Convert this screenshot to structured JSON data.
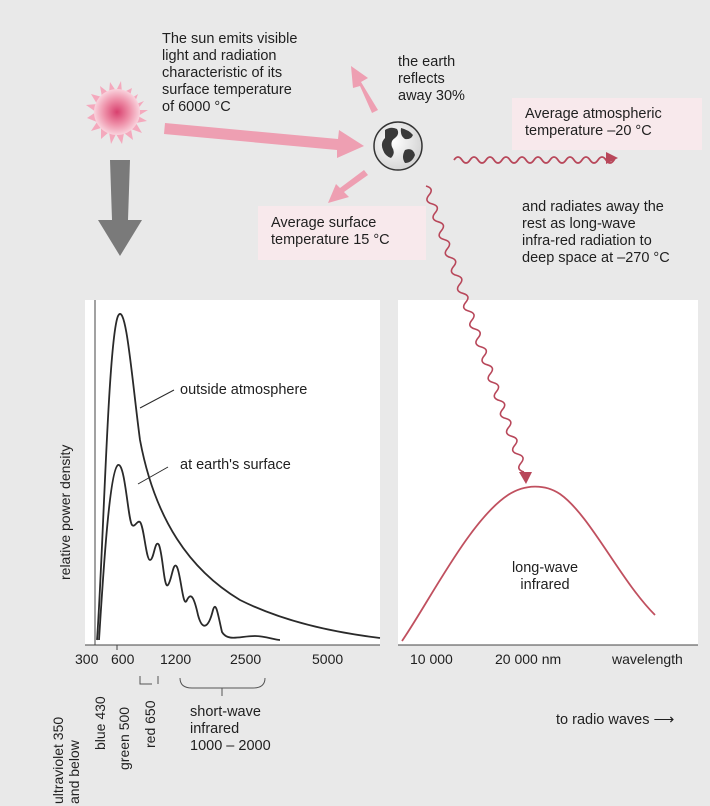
{
  "texts": {
    "sun": "The sun emits visible\nlight and radiation\ncharacteristic of its\nsurface temperature\nof 6000 °C",
    "reflects": "the earth\nreflects\naway 30%",
    "atmos": "Average atmospheric\ntemperature –20 °C",
    "surface": "Average surface\ntemperature 15 °C",
    "radiates": "and radiates away the\nrest as long-wave\ninfra-red radiation to\ndeep space at –270 °C",
    "outside": "outside atmosphere",
    "earth_surface": "at earth's surface",
    "ylabel": "relative power density",
    "longwave": "long-wave\ninfrared",
    "wavelength": "wavelength",
    "radio": "to radio waves ⟶",
    "uv": "ultraviolet 350\nand below",
    "blue": "blue 430",
    "green": "green 500",
    "red": "red 650",
    "swir": "short-wave\ninfrared\n1000 – 2000"
  },
  "left_ticks": [
    "300",
    "600",
    "1200",
    "2500",
    "5000"
  ],
  "right_ticks": [
    "10 000",
    "20 000 nm"
  ],
  "colors": {
    "sun_core": "#d8406e",
    "pink_arrow": "#ee9fb2",
    "wave": "#b8475a",
    "grey_arrow": "#7a7a7a",
    "curve": "#2a2a2a",
    "ir_curve": "#c0505f"
  },
  "chart_data": [
    {
      "type": "line",
      "xlabel": "",
      "ylabel": "relative power density",
      "x_ticks": [
        "300",
        "600",
        "1200",
        "2500",
        "5000"
      ],
      "series": [
        {
          "name": "outside atmosphere",
          "x": [
            300,
            400,
            500,
            600,
            800,
            1200,
            2500,
            5000
          ],
          "y": [
            0.1,
            0.75,
            1.0,
            0.8,
            0.55,
            0.3,
            0.1,
            0.02
          ]
        },
        {
          "name": "at earth's surface",
          "x": [
            300,
            400,
            500,
            600,
            800,
            1200,
            2500
          ],
          "y": [
            0.05,
            0.55,
            0.72,
            0.6,
            0.38,
            0.18,
            0.03
          ]
        }
      ]
    },
    {
      "type": "line",
      "xlabel": "wavelength",
      "x_ticks": [
        "10 000",
        "20 000 nm"
      ],
      "series": [
        {
          "name": "long-wave infrared",
          "x": [
            8000,
            12000,
            16000,
            20000,
            24000,
            28000
          ],
          "y": [
            0.05,
            0.45,
            0.85,
            1.0,
            0.7,
            0.2
          ]
        }
      ]
    }
  ]
}
